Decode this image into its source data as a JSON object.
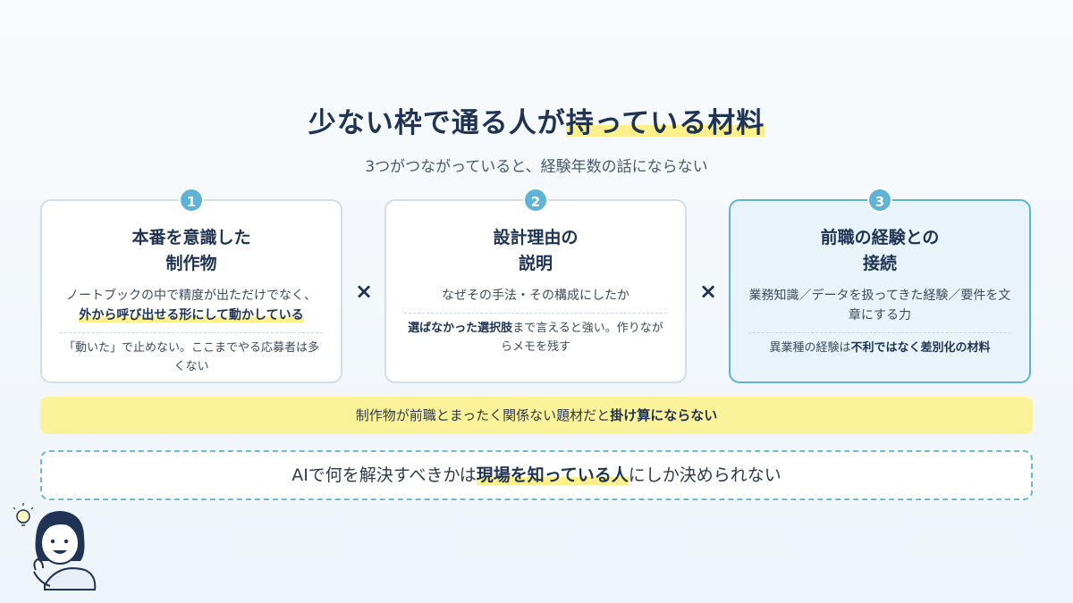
{
  "header": {
    "title_part1": "少ない枠で通る人が",
    "title_highlight": "持っている材料",
    "subtitle": "3つがつながっていると、経験年数の話にならない"
  },
  "cards": [
    {
      "number": "1",
      "title_line1": "本番を意識した",
      "title_line2": "制作物",
      "desc_plain": "ノートブックの中で精度が出ただけでなく、",
      "desc_bold": "外から呼び出せる形にして動かしている",
      "note_plain": "「動いた」で止めない。ここまでやる応募者は多くない"
    },
    {
      "number": "2",
      "title_line1": "設計理由の",
      "title_line2": "説明",
      "desc_plain": "なぜその手法・その構成にしたか",
      "note_bold": "選ばなかった選択肢",
      "note_plain": "まで言えると強い。作りながらメモを残す"
    },
    {
      "number": "3",
      "title_line1": "前職の経験との",
      "title_line2": "接続",
      "desc_plain": "業務知識／データを扱ってきた経験／要件を文章にする力",
      "note_plain": "異業種の経験は",
      "note_bold": "不利ではなく差別化の材料"
    }
  ],
  "operator": "×",
  "yellow_bar": {
    "plain": "制作物が前職とまったく関係ない題材だと",
    "bold": "掛け算にならない"
  },
  "dashed_box": {
    "plain_before": "AIで何を解決すべきかは",
    "bold": "現場を知っている人",
    "plain_after": "にしか決められない"
  },
  "colors": {
    "navy": "#1f3354",
    "accent_blue": "#5fb3d6",
    "highlight_yellow": "#fdf08a",
    "bar_yellow": "#fcf29a"
  },
  "icons": {
    "avatar": "person-with-lightbulb-icon"
  }
}
